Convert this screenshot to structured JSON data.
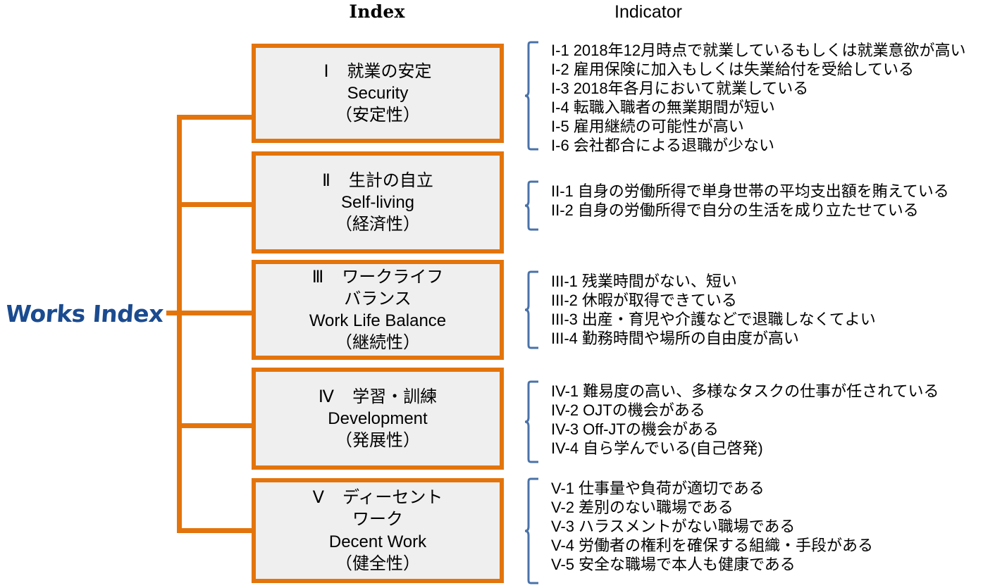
{
  "headers": {
    "index": "Index",
    "indicator": "Indicator"
  },
  "logo": {
    "text": "Works Index",
    "color": "#1B4B8F"
  },
  "colors": {
    "box_border": "#E3740C",
    "box_fill": "#EFEFEF",
    "connector": "#E3740C",
    "bracket": "#4A72A8",
    "text": "#000000"
  },
  "boxes": [
    {
      "numeral": "Ⅰ",
      "title_jp": "就業の安定",
      "title_en": "Security",
      "subtitle_jp": "（安定性）"
    },
    {
      "numeral": "Ⅱ",
      "title_jp": "生計の自立",
      "title_en": "Self-living",
      "subtitle_jp": "（経済性）"
    },
    {
      "numeral": "Ⅲ",
      "title_jp": "ワークライフ",
      "title_jp2": "バランス",
      "title_en": "Work Life Balance",
      "subtitle_jp": "（継続性）"
    },
    {
      "numeral": "Ⅳ",
      "title_jp": "学習・訓練",
      "title_en": "Development",
      "subtitle_jp": "（発展性）"
    },
    {
      "numeral": "Ⅴ",
      "title_jp": "ディーセント",
      "title_jp2": "ワーク",
      "title_en": "Decent Work",
      "subtitle_jp": "（健全性）"
    }
  ],
  "indicator_groups": [
    {
      "group": "I",
      "items": [
        {
          "code": "I-1",
          "text": "2018年12月時点で就業しているもしくは就業意欲が高い"
        },
        {
          "code": "I-2",
          "text": "雇用保険に加入もしくは失業給付を受給している"
        },
        {
          "code": "I-3",
          "text": "2018年各月において就業している"
        },
        {
          "code": "I-4",
          "text": "転職入職者の無業期間が短い"
        },
        {
          "code": "I-5",
          "text": "雇用継続の可能性が高い"
        },
        {
          "code": "I-6",
          "text": "会社都合による退職が少ない"
        }
      ]
    },
    {
      "group": "II",
      "items": [
        {
          "code": "II-1",
          "text": "自身の労働所得で単身世帯の平均支出額を賄えている"
        },
        {
          "code": "II-2",
          "text": "自身の労働所得で自分の生活を成り立たせている"
        }
      ]
    },
    {
      "group": "III",
      "items": [
        {
          "code": "III-1",
          "text": "残業時間がない、短い"
        },
        {
          "code": "III-2",
          "text": "休暇が取得できている"
        },
        {
          "code": "III-3",
          "text": "出産・育児や介護などで退職しなくてよい"
        },
        {
          "code": "III-4",
          "text": "勤務時間や場所の自由度が高い"
        }
      ]
    },
    {
      "group": "IV",
      "items": [
        {
          "code": "IV-1",
          "text": "難易度の高い、多様なタスクの仕事が任されている"
        },
        {
          "code": "IV-2",
          "text": "OJTの機会がある"
        },
        {
          "code": "IV-3",
          "text": "Off-JTの機会がある"
        },
        {
          "code": "IV-4",
          "text": "自ら学んでいる(自己啓発)"
        }
      ]
    },
    {
      "group": "V",
      "items": [
        {
          "code": "V-1",
          "text": "仕事量や負荷が適切である"
        },
        {
          "code": "V-2",
          "text": "差別のない職場である"
        },
        {
          "code": "V-3",
          "text": "ハラスメントがない職場である"
        },
        {
          "code": "V-4",
          "text": "労働者の権利を確保する組織・手段がある"
        },
        {
          "code": "V-5",
          "text": "安全な職場で本人も健康である"
        }
      ]
    }
  ]
}
